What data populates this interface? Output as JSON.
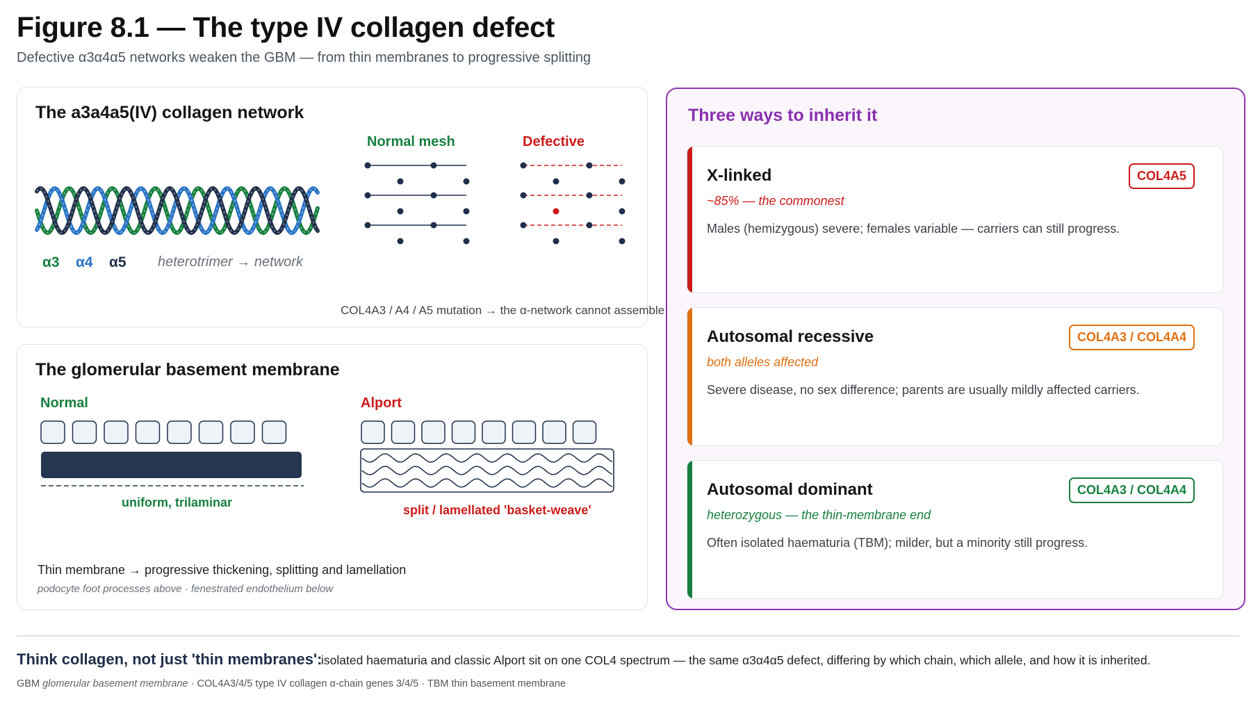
{
  "header": {
    "title": "Figure 8.1 — The type IV collagen defect",
    "subtitle": "Defective α3α4α5 networks weaken the GBM — from thin membranes to progressive splitting"
  },
  "network_panel": {
    "title": "The a3a4a5(IV) collagen network",
    "chain_labels": [
      "α3",
      "α4",
      "α5"
    ],
    "helix_caption": "heterotrimer → network",
    "normal_mesh_label": "Normal mesh",
    "defective_mesh_label": "Defective",
    "footnote": "COL4A3 / A4 / A5 mutation → the α-network cannot assemble",
    "colors": {
      "a3": "#17803f",
      "a4": "#2a74c4",
      "a5": "#1f2f4a",
      "defect": "#cc1a1a"
    }
  },
  "gbm_panel": {
    "title": "The glomerular basement membrane",
    "normal_label": "Normal",
    "alport_label": "Alport",
    "normal_caption": "uniform, trilaminar",
    "alport_caption": "split / lamellated 'basket-weave'",
    "progression": "Thin membrane → progressive thickening, splitting and lamellation",
    "orientation_note": "podocyte foot processes above · fenestrated endothelium below"
  },
  "inheritance_panel": {
    "title": "Three ways to inherit it",
    "modes": [
      {
        "name": "X-linked",
        "gene": "COL4A5",
        "tagline": "~85% — the commonest",
        "description": "Males (hemizygous) severe; females variable — carriers can still progress.",
        "color": "#cc1a1a"
      },
      {
        "name": "Autosomal recessive",
        "gene": "COL4A3 / COL4A4",
        "tagline": "both alleles affected",
        "description": "Severe disease, no sex difference; parents are usually mildly affected carriers.",
        "color": "#e07010"
      },
      {
        "name": "Autosomal dominant",
        "gene": "COL4A3 / COL4A4",
        "tagline": "heterozygous — the thin-membrane end",
        "description": "Often isolated haematuria (TBM); milder, but a minority still progress.",
        "color": "#17803f"
      }
    ]
  },
  "footer": {
    "takeaway_lead": "Think collagen, not just 'thin membranes':",
    "takeaway_body": "isolated haematuria and classic Alport sit on one COL4 spectrum — the same α3α4α5 defect, differing by which chain, which allele, and how it is inherited.",
    "glossary": [
      {
        "term": "GBM",
        "definition": "glomerular basement membrane"
      },
      {
        "term": "COL4A3/4/5",
        "definition": "type IV collagen α-chain genes 3/4/5"
      },
      {
        "term": "TBM",
        "definition": "thin basement membrane"
      }
    ]
  }
}
